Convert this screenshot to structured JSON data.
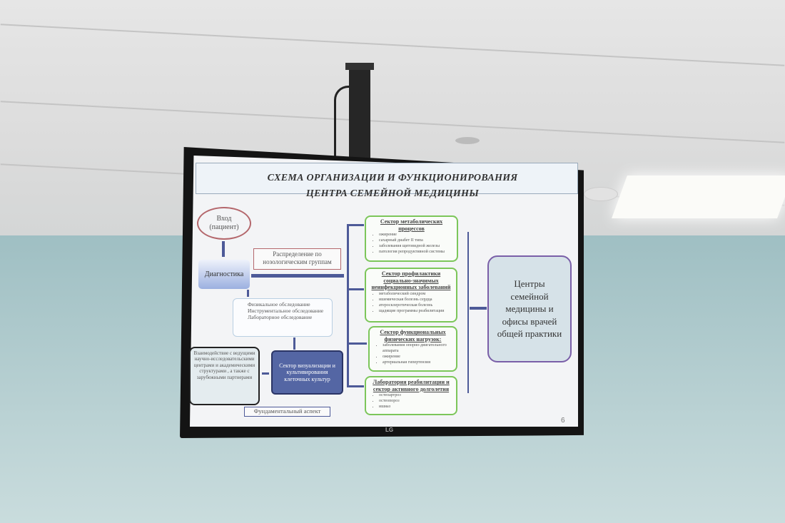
{
  "slide": {
    "title_line1": "СХЕМА ОРГАНИЗАЦИИ И ФУНКЦИОНИРОВАНИЯ",
    "title_line2": "ЦЕНТРА СЕМЕЙНОЙ МЕДИЦИНЫ",
    "entry": "Вход (пациент)",
    "distribution": "Распределение по нозологическим группам",
    "diagnostics": "Диагностика",
    "exams": [
      "Физикальное обследование",
      "Инструментальное обследование",
      "Лабораторное обследование"
    ],
    "interaction": "Взаимодействие с ведущими научно-исследовательскими центрами и академическими структурами , а также с зарубежными партнерами",
    "visualization": "Сектор визуализации и культивирования клеточных культур",
    "fundamental": "Фундаментальный аспект",
    "sectors": [
      {
        "title": "Сектор метаболических процессов",
        "items": [
          "ожирение",
          "сахарный диабет II типа",
          "заболевания щитовидной железы",
          "патология репродуктивной системы"
        ]
      },
      {
        "title": "Сектор профилактики социально-значимых неинфекционных заболеваний",
        "items": [
          "метаболический синдром",
          "ишемическая болезнь сердца",
          "атеросклеротическая болезнь",
          "щадящие программы реабилитации"
        ]
      },
      {
        "title": "Сектор функциональных физических нагрузок:",
        "items": [
          "заболевания опорно-двигательного аппарата",
          "ожирение",
          "артериальная гипертензия"
        ]
      },
      {
        "title": "Лаборатория реабилитации и сектор активного долголетия",
        "items": [
          "остеоартроз",
          "остеопороз",
          "ишиаз"
        ]
      }
    ],
    "centers": "Центры семейной медицины и офисы врачей общей практики",
    "page_number": "6"
  },
  "tv": {
    "brand": "LG"
  }
}
